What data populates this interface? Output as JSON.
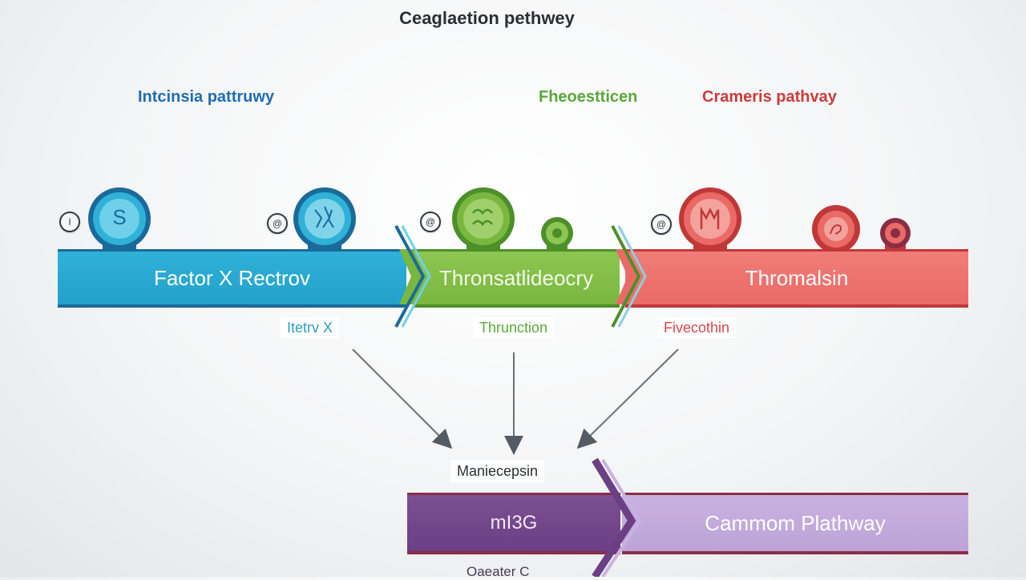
{
  "title": "Ceaglaetion pethwey",
  "headers": {
    "intrinsic": "Intcinsia  pattruwy",
    "transition": "Fheoestticen",
    "extrinsic": "Crameris pathvay"
  },
  "bands": {
    "blue": "Factor X Rectrov",
    "green": "Thronsatlideocry",
    "red": "Thromalsin",
    "purple_left": "mI3G",
    "purple_right": "Cammom Plathway"
  },
  "tags": {
    "blue": "Itetrv X",
    "green": "Thrunction",
    "red": "Fivecothin",
    "convergence": "Maniecepsin"
  },
  "bottom_label": "Oaeater C",
  "node_glyphs": {
    "blue_1": "S",
    "blue_2": "",
    "green_1": "",
    "red_1": "M",
    "red_2": ""
  },
  "small_marks": {
    "a": "I",
    "b": "@",
    "c": "@",
    "d": "@"
  },
  "colors": {
    "intrinsic": "#1f6db3",
    "transition": "#5aa83a",
    "extrinsic": "#cc3b3b",
    "common": "#6a3f83"
  }
}
